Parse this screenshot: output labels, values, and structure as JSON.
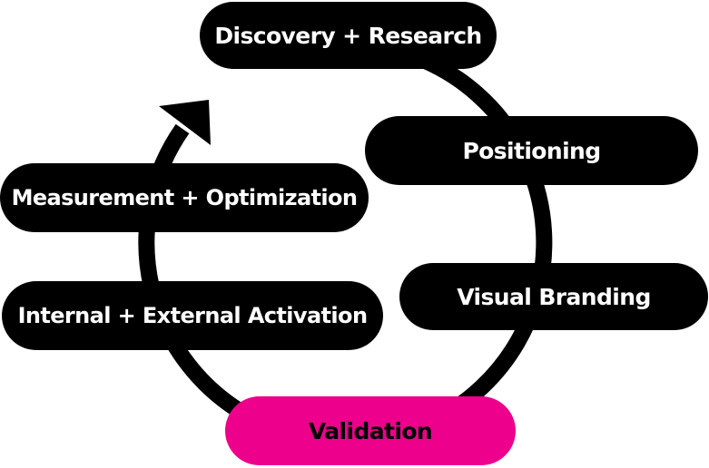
{
  "colors": {
    "pill_dark": "#000000",
    "pill_accent": "#ec008c",
    "text_light": "#ffffff",
    "text_dark": "#000000",
    "ring": "#000000"
  },
  "steps": [
    {
      "label": "Discovery + Research"
    },
    {
      "label": "Positioning"
    },
    {
      "label": "Visual Branding"
    },
    {
      "label": "Validation"
    },
    {
      "label": "Internal + External Activation"
    },
    {
      "label": "Measurement + Optimization"
    }
  ]
}
